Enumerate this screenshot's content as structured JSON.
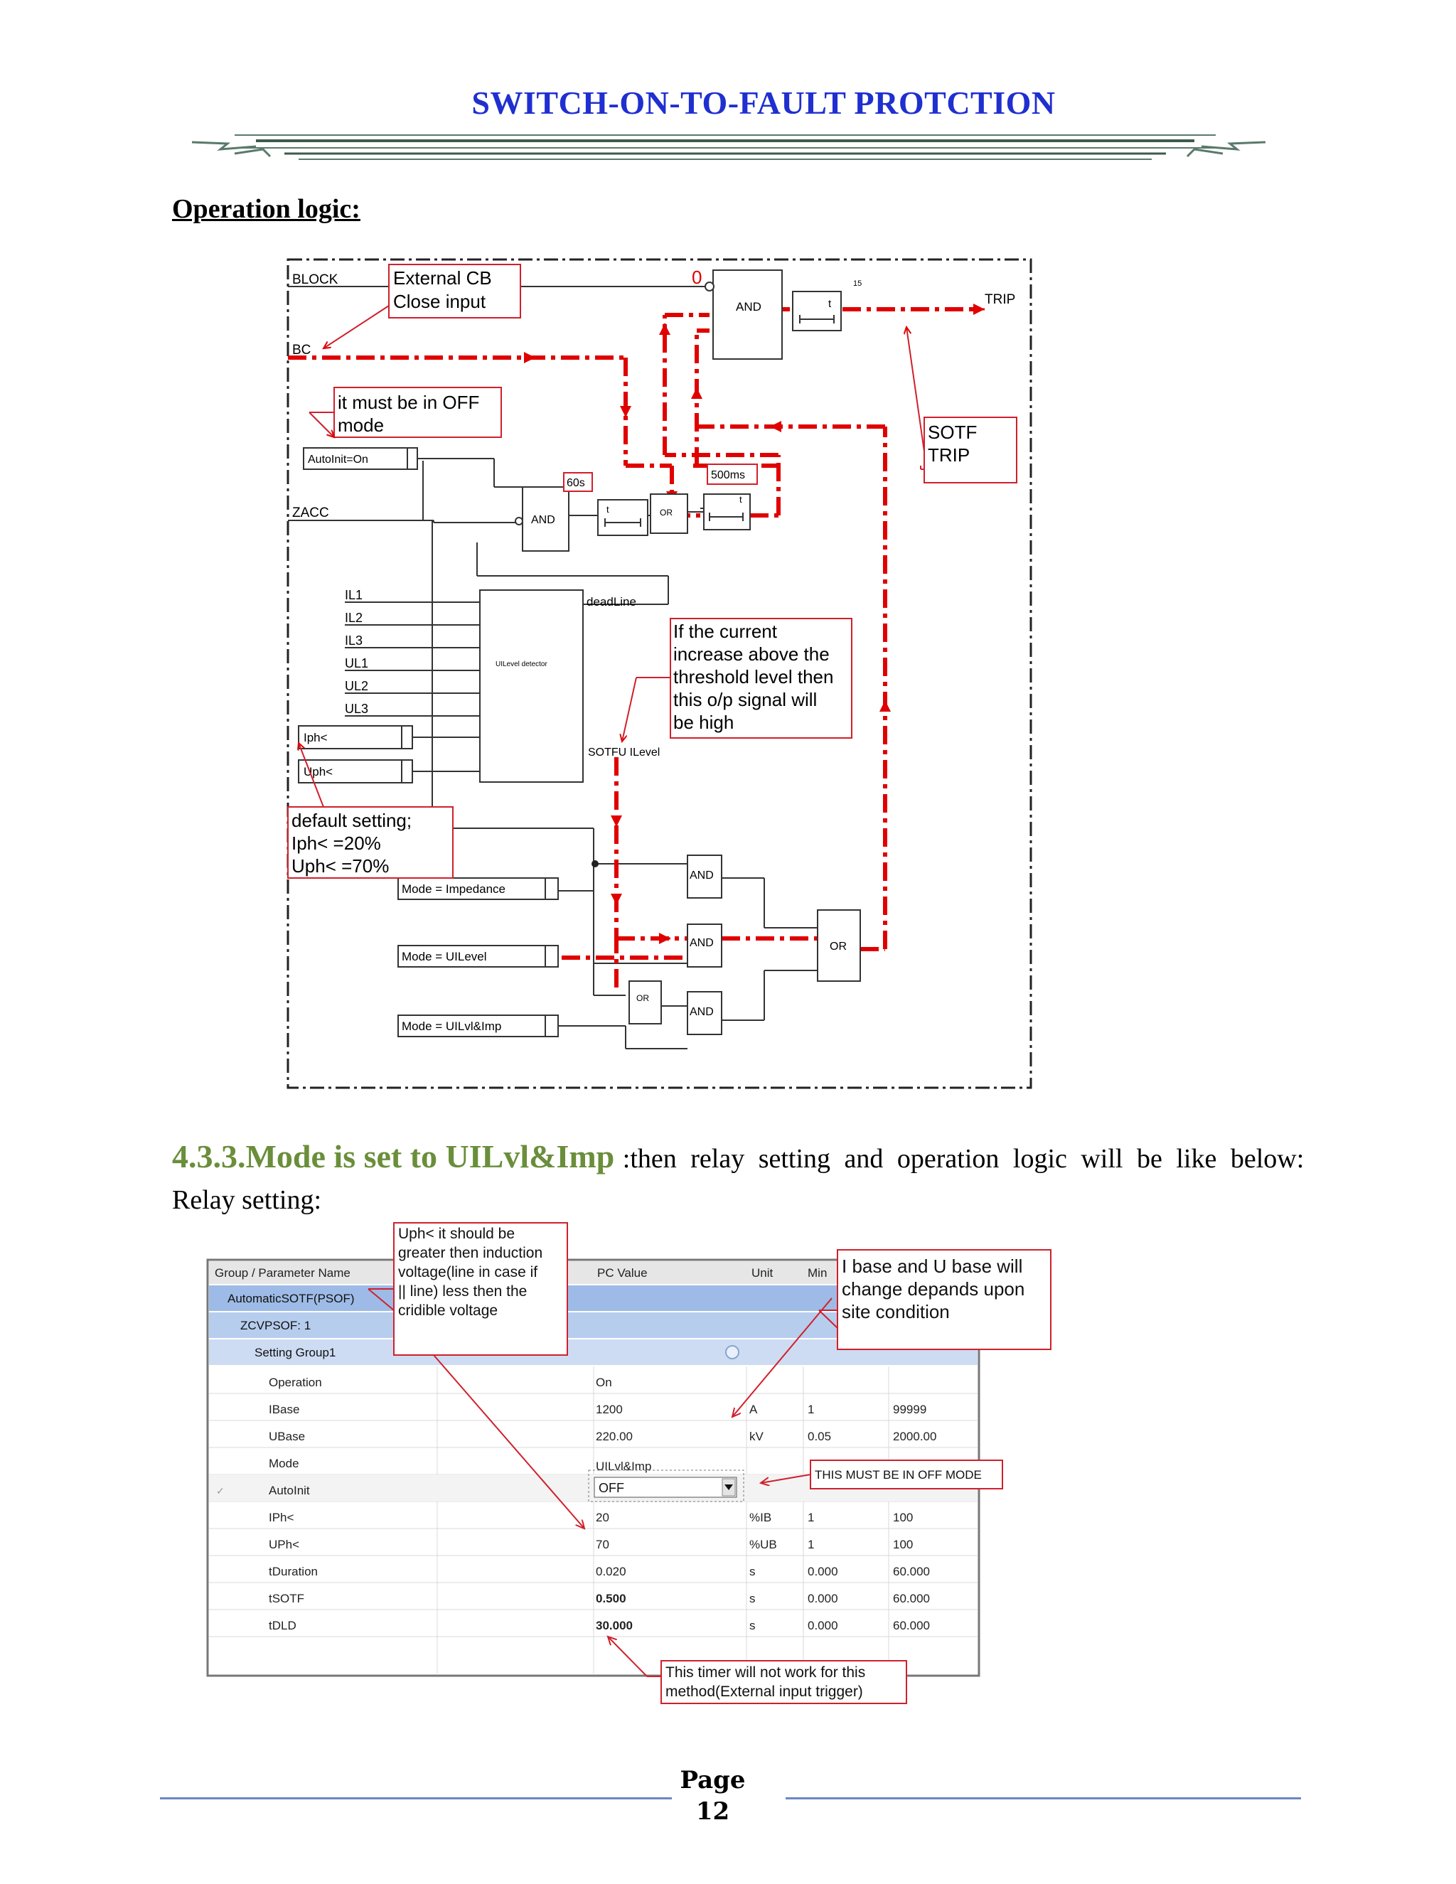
{
  "header": {
    "title": "SWITCH-ON-TO-FAULT PROTCTION"
  },
  "section": {
    "operation_logic": "Operation logic:"
  },
  "diagram": {
    "signals": {
      "block": "BLOCK",
      "bc": "BC",
      "zacc": "ZACC",
      "trip": "TRIP",
      "zero": "0",
      "il1": "IL1",
      "il2": "IL2",
      "il3": "IL3",
      "ul1": "UL1",
      "ul2": "UL2",
      "ul3": "UL3",
      "deadline": "deadLine",
      "sotfu": "SOTFU ILevel"
    },
    "settings": {
      "autoinit": "AutoInit=On",
      "iph": "Iph<",
      "uph": "Uph<",
      "mode_imp": "Mode = Impedance",
      "mode_ul": "Mode = UILevel",
      "mode_ulimp": "Mode = UILvl&Imp"
    },
    "gates": {
      "and": "AND",
      "or": "OR",
      "detector": "UILevel detector",
      "t": "t",
      "t60": "60s",
      "t500": "500ms",
      "t15": "15"
    },
    "callouts": {
      "ext_cb": [
        "External CB",
        "Close input"
      ],
      "off_mode": [
        "it must be in OFF",
        "mode"
      ],
      "sotf_trip": [
        "SOTF",
        "TRIP"
      ],
      "current": [
        "If the current",
        "increase above the",
        "threshold level then",
        "this o/p signal will",
        "be high"
      ],
      "default": [
        "default setting;",
        "Iph< =20%",
        "Uph< =70%"
      ]
    }
  },
  "section_433": {
    "number_title": "4.3.3.Mode is set to UILvl&Imp",
    "tail": ":then relay setting and operation logic will be like below:"
  },
  "relay_setting_label": "Relay setting:",
  "settings_table": {
    "headers": [
      "Group / Parameter Name",
      "PC Value",
      "Unit",
      "Min"
    ],
    "tree": [
      "AutomaticSOTF(PSOF)",
      "ZCVPSOF: 1",
      "Setting Group1"
    ],
    "rows": [
      {
        "name": "Operation",
        "value": "On",
        "unit": "",
        "min": "",
        "max": ""
      },
      {
        "name": "IBase",
        "value": "1200",
        "unit": "A",
        "min": "1",
        "max": "99999"
      },
      {
        "name": "UBase",
        "value": "220.00",
        "unit": "kV",
        "min": "0.05",
        "max": "2000.00"
      },
      {
        "name": "Mode",
        "value": "UILvl&Imp",
        "unit": "",
        "min": "",
        "max": ""
      },
      {
        "name": "AutoInit",
        "value": "OFF",
        "unit": "",
        "min": "",
        "max": ""
      },
      {
        "name": "IPh<",
        "value": "20",
        "unit": "%IB",
        "min": "1",
        "max": "100"
      },
      {
        "name": "UPh<",
        "value": "70",
        "unit": "%UB",
        "min": "1",
        "max": "100"
      },
      {
        "name": "tDuration",
        "value": "0.020",
        "unit": "s",
        "min": "0.000",
        "max": "60.000"
      },
      {
        "name": "tSOTF",
        "value": "0.500",
        "unit": "s",
        "min": "0.000",
        "max": "60.000"
      },
      {
        "name": "tDLD",
        "value": "30.000",
        "unit": "s",
        "min": "0.000",
        "max": "60.000"
      }
    ],
    "callouts": {
      "uph": [
        "Uph< it should be",
        "greater then induction",
        "voltage(line in case if",
        "|| line) less then the",
        "cridible voltage"
      ],
      "base": [
        "I base and U base will",
        "change depands upon",
        "site condition"
      ],
      "must_off": "THIS MUST BE IN OFF MODE",
      "timer": [
        "This timer will not work for this",
        "method(External input trigger)"
      ]
    }
  },
  "footer": {
    "page_label": "Page",
    "page_number": "12"
  },
  "colors": {
    "title": "#1f2fd0",
    "heading": "#6a8e3a",
    "signal_path": "#e00000",
    "callout_border": "#d0202c",
    "tree_blue": "#9dbbe6"
  }
}
